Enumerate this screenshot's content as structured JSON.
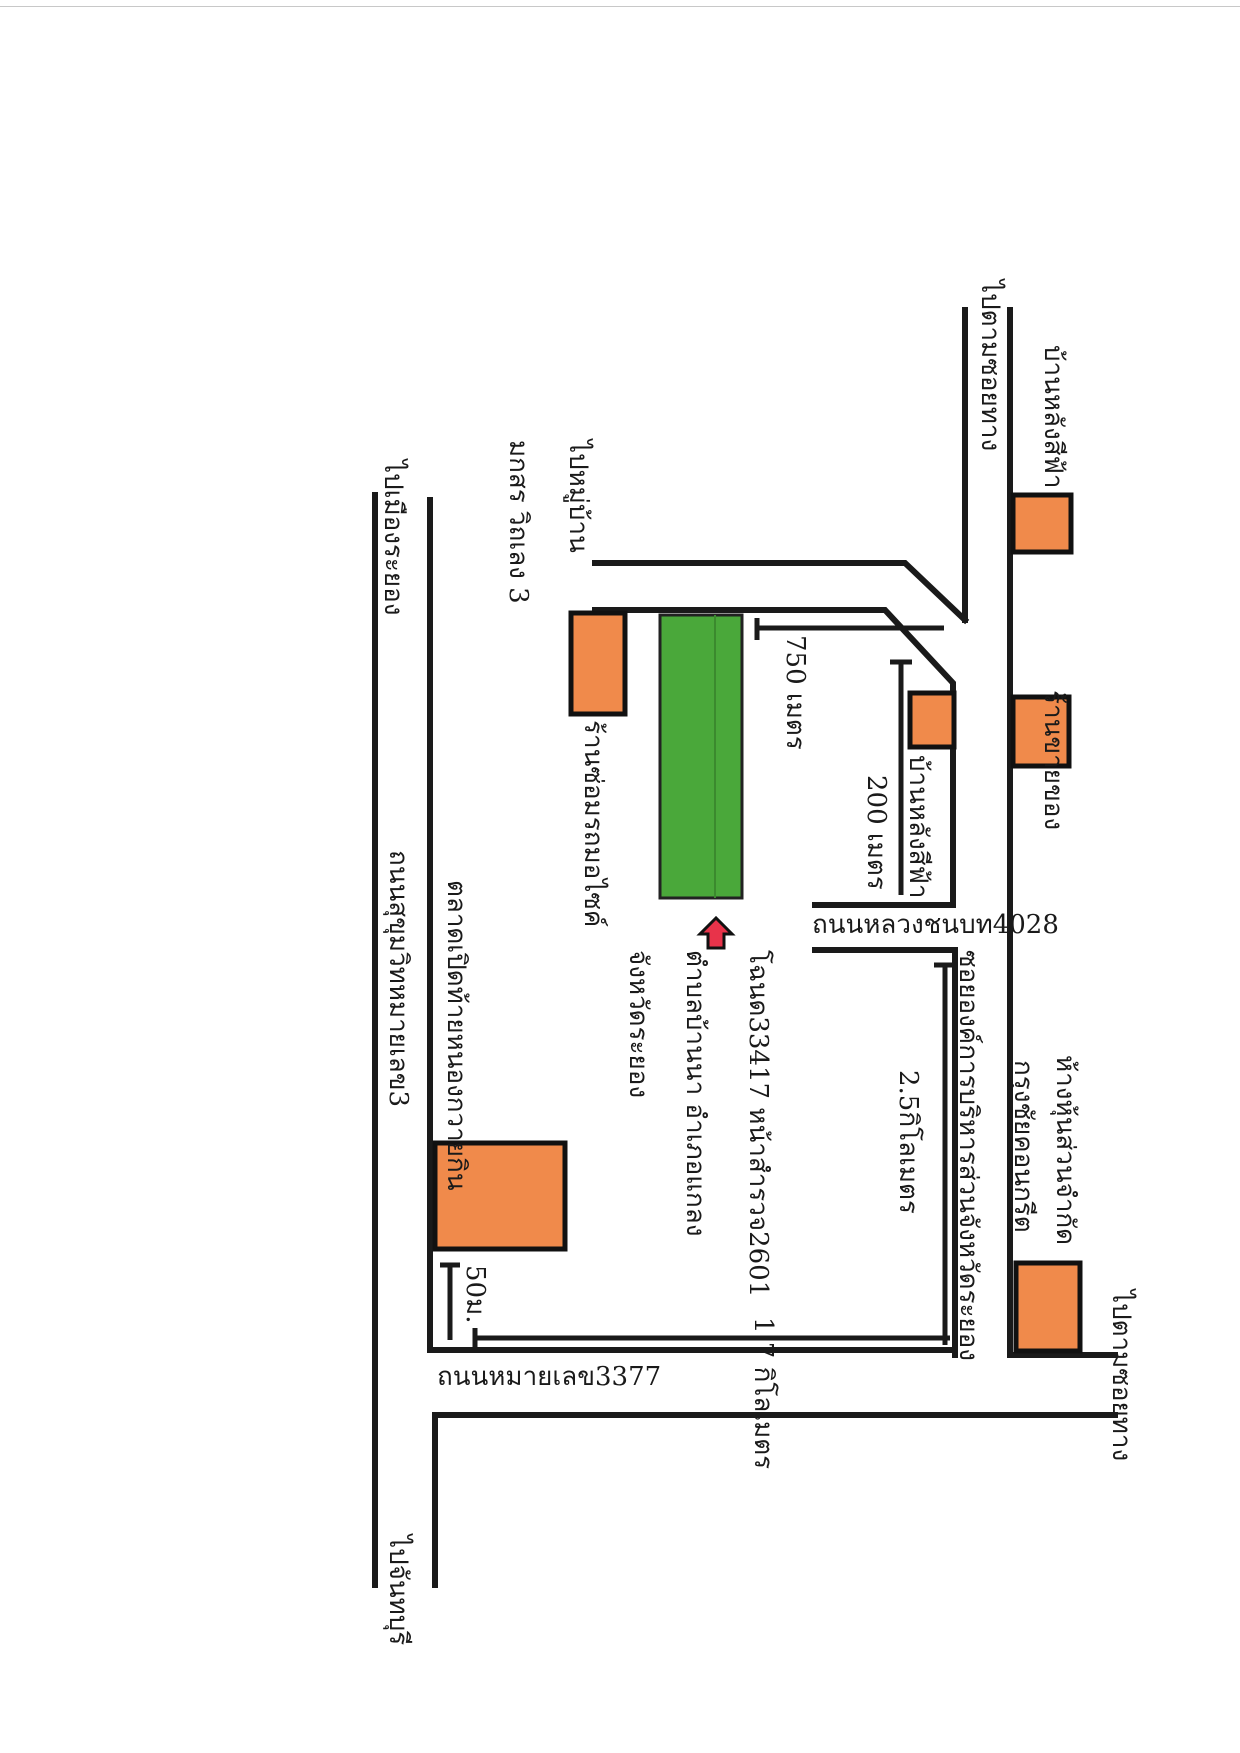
{
  "labels": {
    "to_ban_chang_top": "ไปตามซอยทาง",
    "to_ban_chang_bottom": "ไปตามซอยทาง",
    "shop_lamp_top": "บ้านหลังสีฟ้า",
    "shop_top_right": "ร้านขายของ",
    "shop_lamp_mid": "บ้านหลังสีฟ้า",
    "to_village": "ไปหมู่บ้าน",
    "to_rayong": "ไปเมืองระยอง",
    "makorn": "มกสร วิถเลง 3",
    "motorcycle_shop": "ร้านซ่อมรถมอไซค์",
    "dist_750": "750 เมตร",
    "dist_200": "200 เมตร",
    "rural_road": "ถนนหลวงชนบท4028",
    "pao_soi": "ซอยองค์การบริหารส่วนจังหวัดระยอง",
    "dist_25": "2.5กิโลเมตร",
    "title_deed": "โฉนด33417 หน้าสำรวจ2601",
    "tambon": "ตำบลบ้านนา อำเภอแกลง",
    "province": "จังหวัดระยอง",
    "partnership": "ห้างหุ้นส่วนจำกัด",
    "partnership_name": "กรุงชัยคอนกรีต",
    "sukhumvit": "ถนนสุขุมวิทหมายเลข3",
    "night_market": "ตลาดเปิดท้ายหนองกวายกิน",
    "dist_17": "1.7 กิโลเมตร",
    "dist_50": "50ม.",
    "road_3377": "ถนนหมายเลข3377",
    "to_chanthaburi": "ไปจันทบุรี"
  },
  "colors": {
    "shop": "#f08a4b",
    "plot": "#4aa83a",
    "arrow": "#e8334a",
    "line": "#1a1a1a"
  }
}
